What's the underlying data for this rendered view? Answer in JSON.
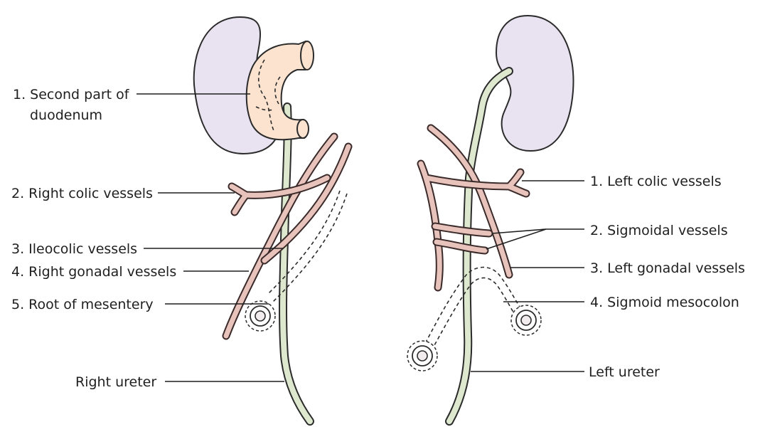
{
  "left_labels": [
    {
      "line1": "1. Second part of",
      "line2": "duodenum"
    },
    {
      "text": "2. Right colic vessels"
    },
    {
      "text": "3. Ileocolic vessels"
    },
    {
      "text": "4. Right gonadal vessels"
    },
    {
      "text": "5. Root of mesentery"
    },
    {
      "text": "Right ureter"
    }
  ],
  "right_labels": [
    {
      "text": "1. Left colic vessels"
    },
    {
      "text": "2. Sigmoidal vessels"
    },
    {
      "text": "3. Left gonadal vessels"
    },
    {
      "text": "4. Sigmoid mesocolon"
    },
    {
      "text": "Left ureter"
    }
  ],
  "colors": {
    "kidney": "#e9e3f1",
    "duodenum": "#fbe3cf",
    "ureter": "#dde8cf",
    "vessels": "#e8c3bb"
  }
}
